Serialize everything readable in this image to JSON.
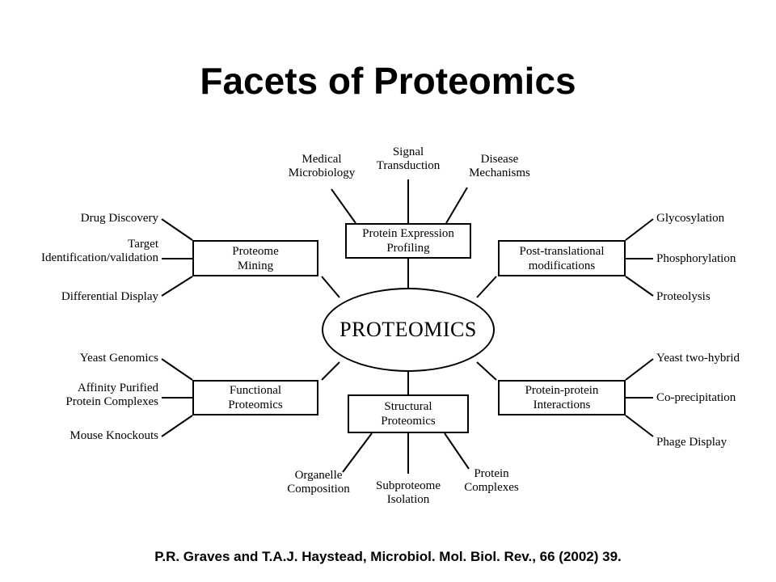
{
  "title": "Facets of Proteomics",
  "center": "PROTEOMICS",
  "boxes": {
    "expression": "Protein Expression\nProfiling",
    "mining": "Proteome\nMining",
    "ptm": "Post-translational\nmodifications",
    "functional": "Functional\nProteomics",
    "structural": "Structural\nProteomics",
    "ppi": "Protein-protein\nInteractions"
  },
  "leaves": {
    "expression": [
      "Medical\nMicrobiology",
      "Signal\nTransduction",
      "Disease\nMechanisms"
    ],
    "mining": [
      "Drug Discovery",
      "Target\nIdentification/validation",
      "Differential Display"
    ],
    "ptm": [
      "Glycosylation",
      "Phosphorylation",
      "Proteolysis"
    ],
    "functional": [
      "Yeast Genomics",
      "Affinity Purified\nProtein Complexes",
      "Mouse Knockouts"
    ],
    "structural": [
      "Organelle\nComposition",
      "Subproteome\nIsolation",
      "Protein\nComplexes"
    ],
    "ppi": [
      "Yeast two-hybrid",
      "Co-precipitation",
      "Phage Display"
    ]
  },
  "citation": "P.R. Graves and T.A.J. Haystead, Microbiol. Mol. Biol. Rev., 66 (2002) 39."
}
